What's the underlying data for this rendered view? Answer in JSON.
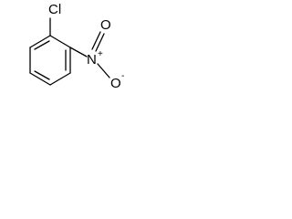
{
  "molecule": {
    "atoms": {
      "chlorine": "Cl",
      "nitrogen": "N",
      "nitrogen_charge": "+",
      "oxygen_double": "O",
      "oxygen_single": "O",
      "oxygen_charge": "-"
    }
  }
}
